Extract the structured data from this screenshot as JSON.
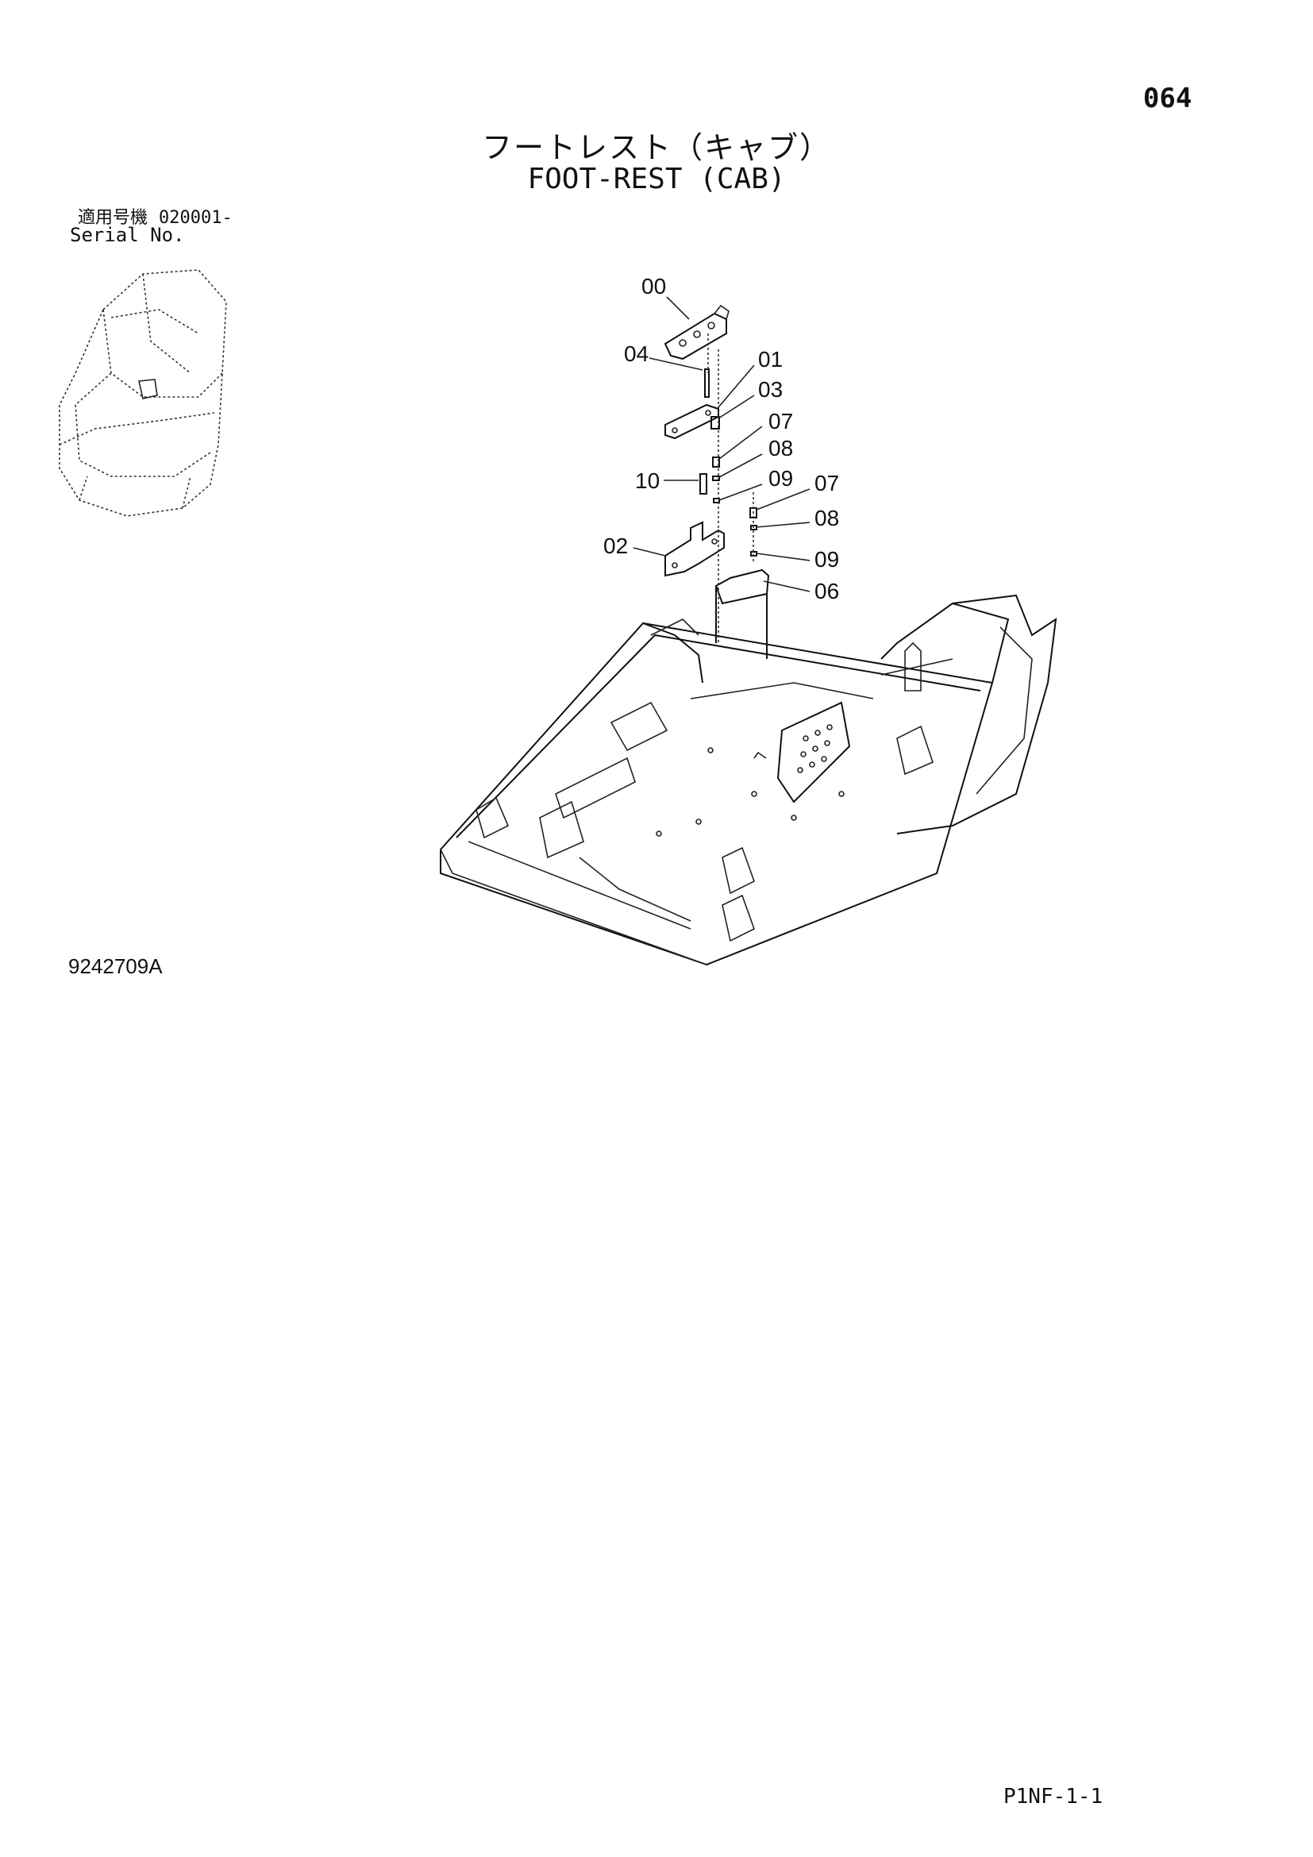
{
  "page_number": "064",
  "title_jp": "フートレスト（キャブ）",
  "title_en": "FOOT-REST (CAB)",
  "serial_label_jp": "適用号機",
  "serial_from": "020001-",
  "serial_label_en": "Serial No.",
  "drawing_number": "9242709A",
  "page_code": "P1NF-1-1",
  "callouts": {
    "c00": "00",
    "c04": "04",
    "c01": "01",
    "c03": "03",
    "c07a": "07",
    "c08a": "08",
    "c10": "10",
    "c09a": "09",
    "c07b": "07",
    "c08b": "08",
    "c02": "02",
    "c09b": "09",
    "c06": "06"
  }
}
